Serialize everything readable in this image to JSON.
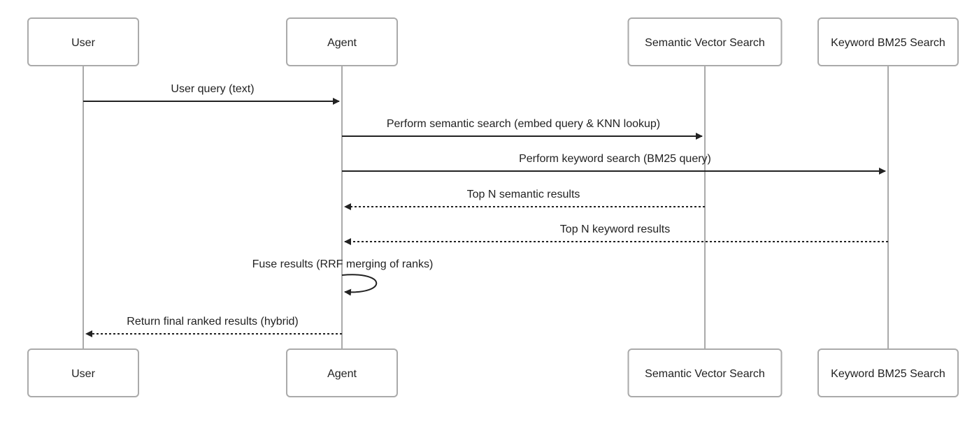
{
  "diagram": {
    "type": "sequence",
    "participants": [
      {
        "id": "user",
        "label": "User"
      },
      {
        "id": "agent",
        "label": "Agent"
      },
      {
        "id": "semantic",
        "label": "Semantic Vector Search"
      },
      {
        "id": "keyword",
        "label": "Keyword BM25 Search"
      }
    ],
    "messages": [
      {
        "from": "user",
        "to": "agent",
        "label": "User query (text)",
        "style": "solid"
      },
      {
        "from": "agent",
        "to": "semantic",
        "label": "Perform semantic search (embed query & KNN lookup)",
        "style": "solid"
      },
      {
        "from": "agent",
        "to": "keyword",
        "label": "Perform keyword search (BM25 query)",
        "style": "solid"
      },
      {
        "from": "semantic",
        "to": "agent",
        "label": "Top N semantic results",
        "style": "dashed"
      },
      {
        "from": "keyword",
        "to": "agent",
        "label": "Top N keyword results",
        "style": "dashed"
      },
      {
        "from": "agent",
        "to": "agent",
        "label": "Fuse results (RRF merging of ranks)",
        "style": "self"
      },
      {
        "from": "agent",
        "to": "user",
        "label": "Return final ranked results (hybrid)",
        "style": "dashed"
      }
    ],
    "colors": {
      "lifeline": "#aaaaaa",
      "box_border": "#aaaaaa",
      "message": "#222222",
      "text": "#222222"
    }
  }
}
